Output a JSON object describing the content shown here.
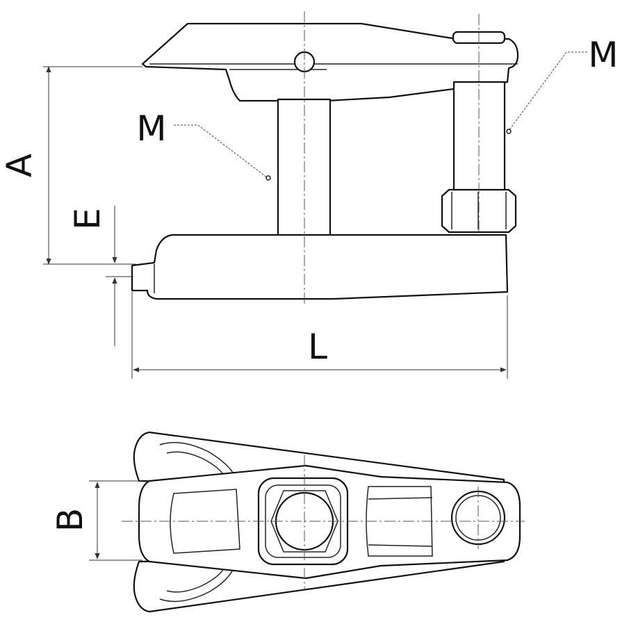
{
  "labels": {
    "a": "A",
    "e": "E",
    "l": "L",
    "b": "B",
    "m_pillar": "M",
    "m_bolt": "M"
  }
}
